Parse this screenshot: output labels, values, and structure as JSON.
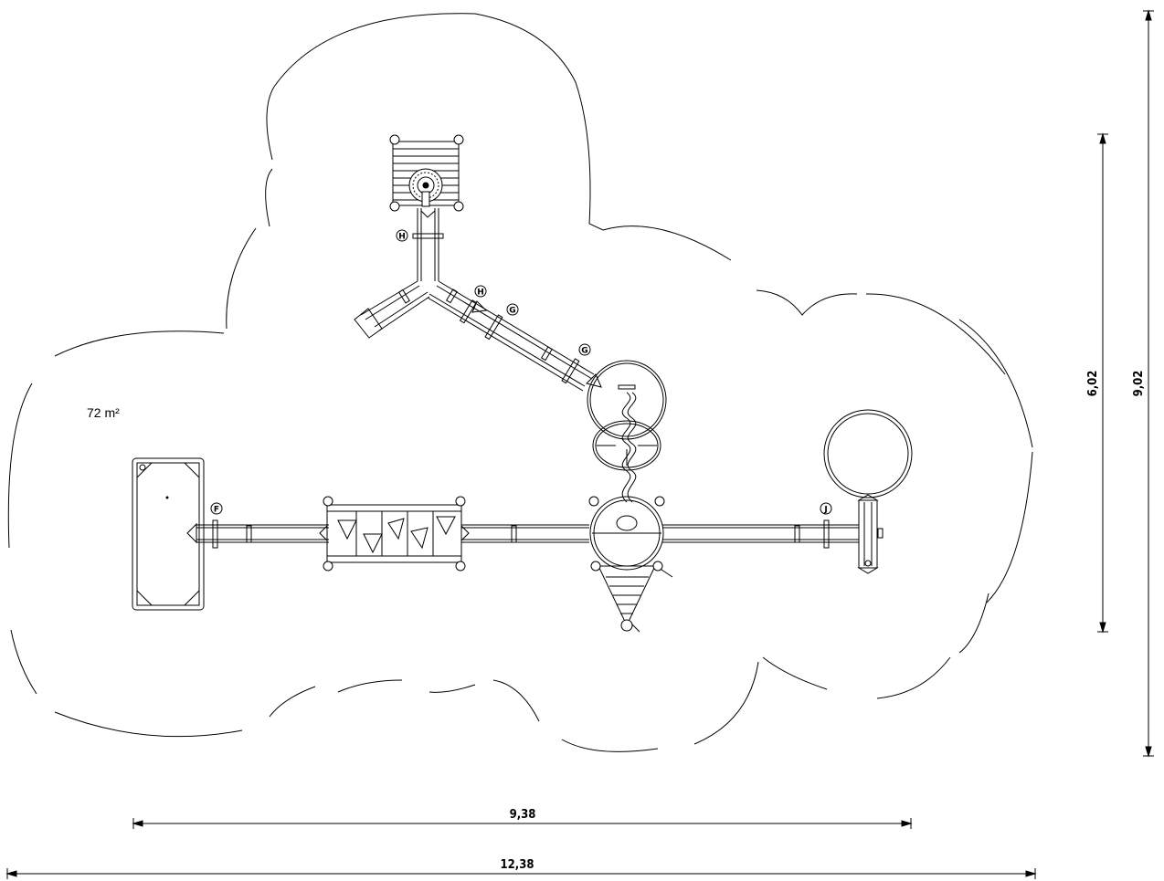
{
  "area_label": "72 m²",
  "dimensions": {
    "inner_width": "9,38",
    "outer_width": "12,38",
    "inner_height": "6,02",
    "outer_height": "9,02"
  },
  "markers": {
    "f": "F",
    "h1": "H",
    "h2": "H",
    "g1": "G",
    "g2": "G",
    "j": "J"
  }
}
